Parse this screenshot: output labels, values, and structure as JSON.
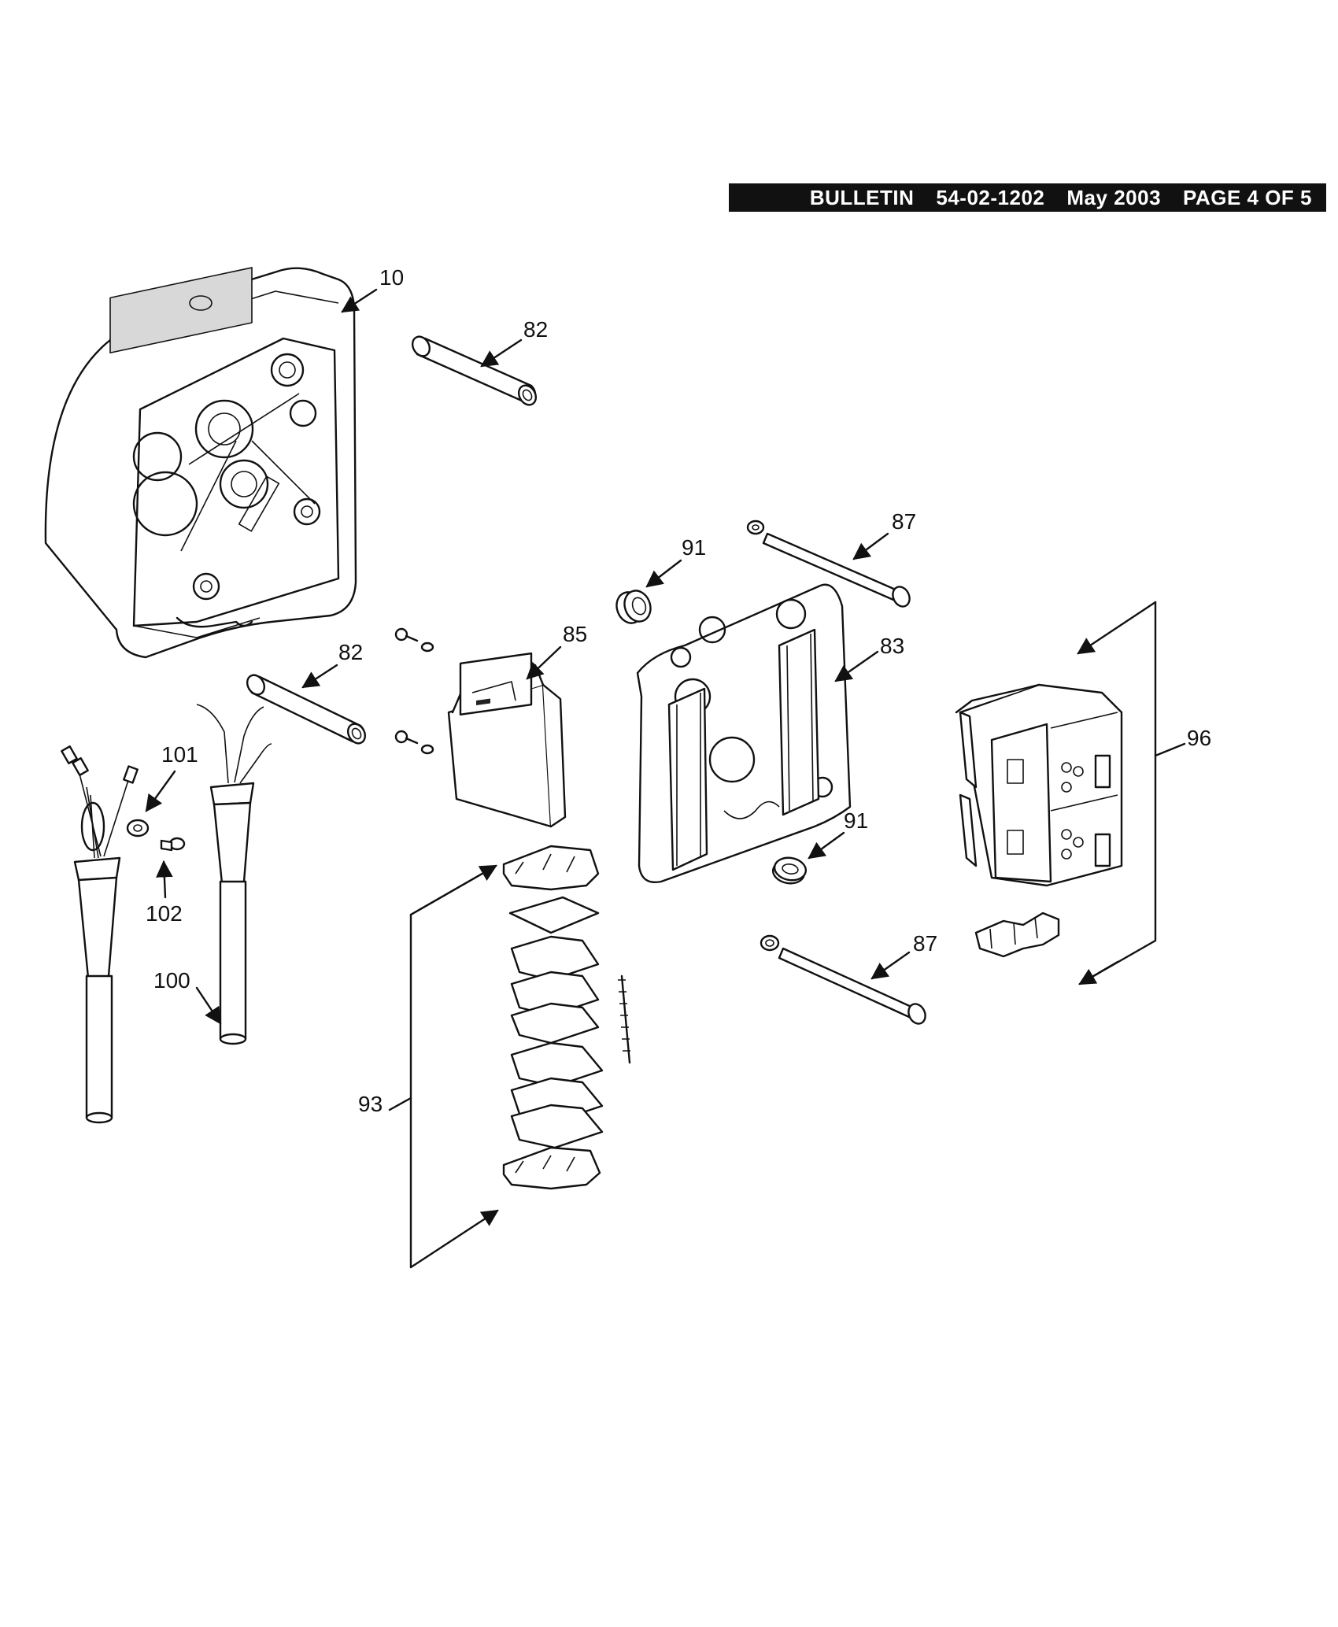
{
  "header": {
    "bulletin_label": "BULLETIN",
    "bulletin_number": "54-02-1202",
    "date": "May 2003",
    "page": "PAGE 4 OF 5"
  },
  "callouts": {
    "c10": "10",
    "c82_top": "82",
    "c82_mid": "82",
    "c87_top": "87",
    "c87_bottom": "87",
    "c91_top": "91",
    "c91_bottom": "91",
    "c85": "85",
    "c83": "83",
    "c96": "96",
    "c101": "101",
    "c102": "102",
    "c100": "100",
    "c93": "93"
  },
  "colors": {
    "line": "#111111",
    "header_bg": "#111111",
    "header_text": "#ffffff"
  }
}
